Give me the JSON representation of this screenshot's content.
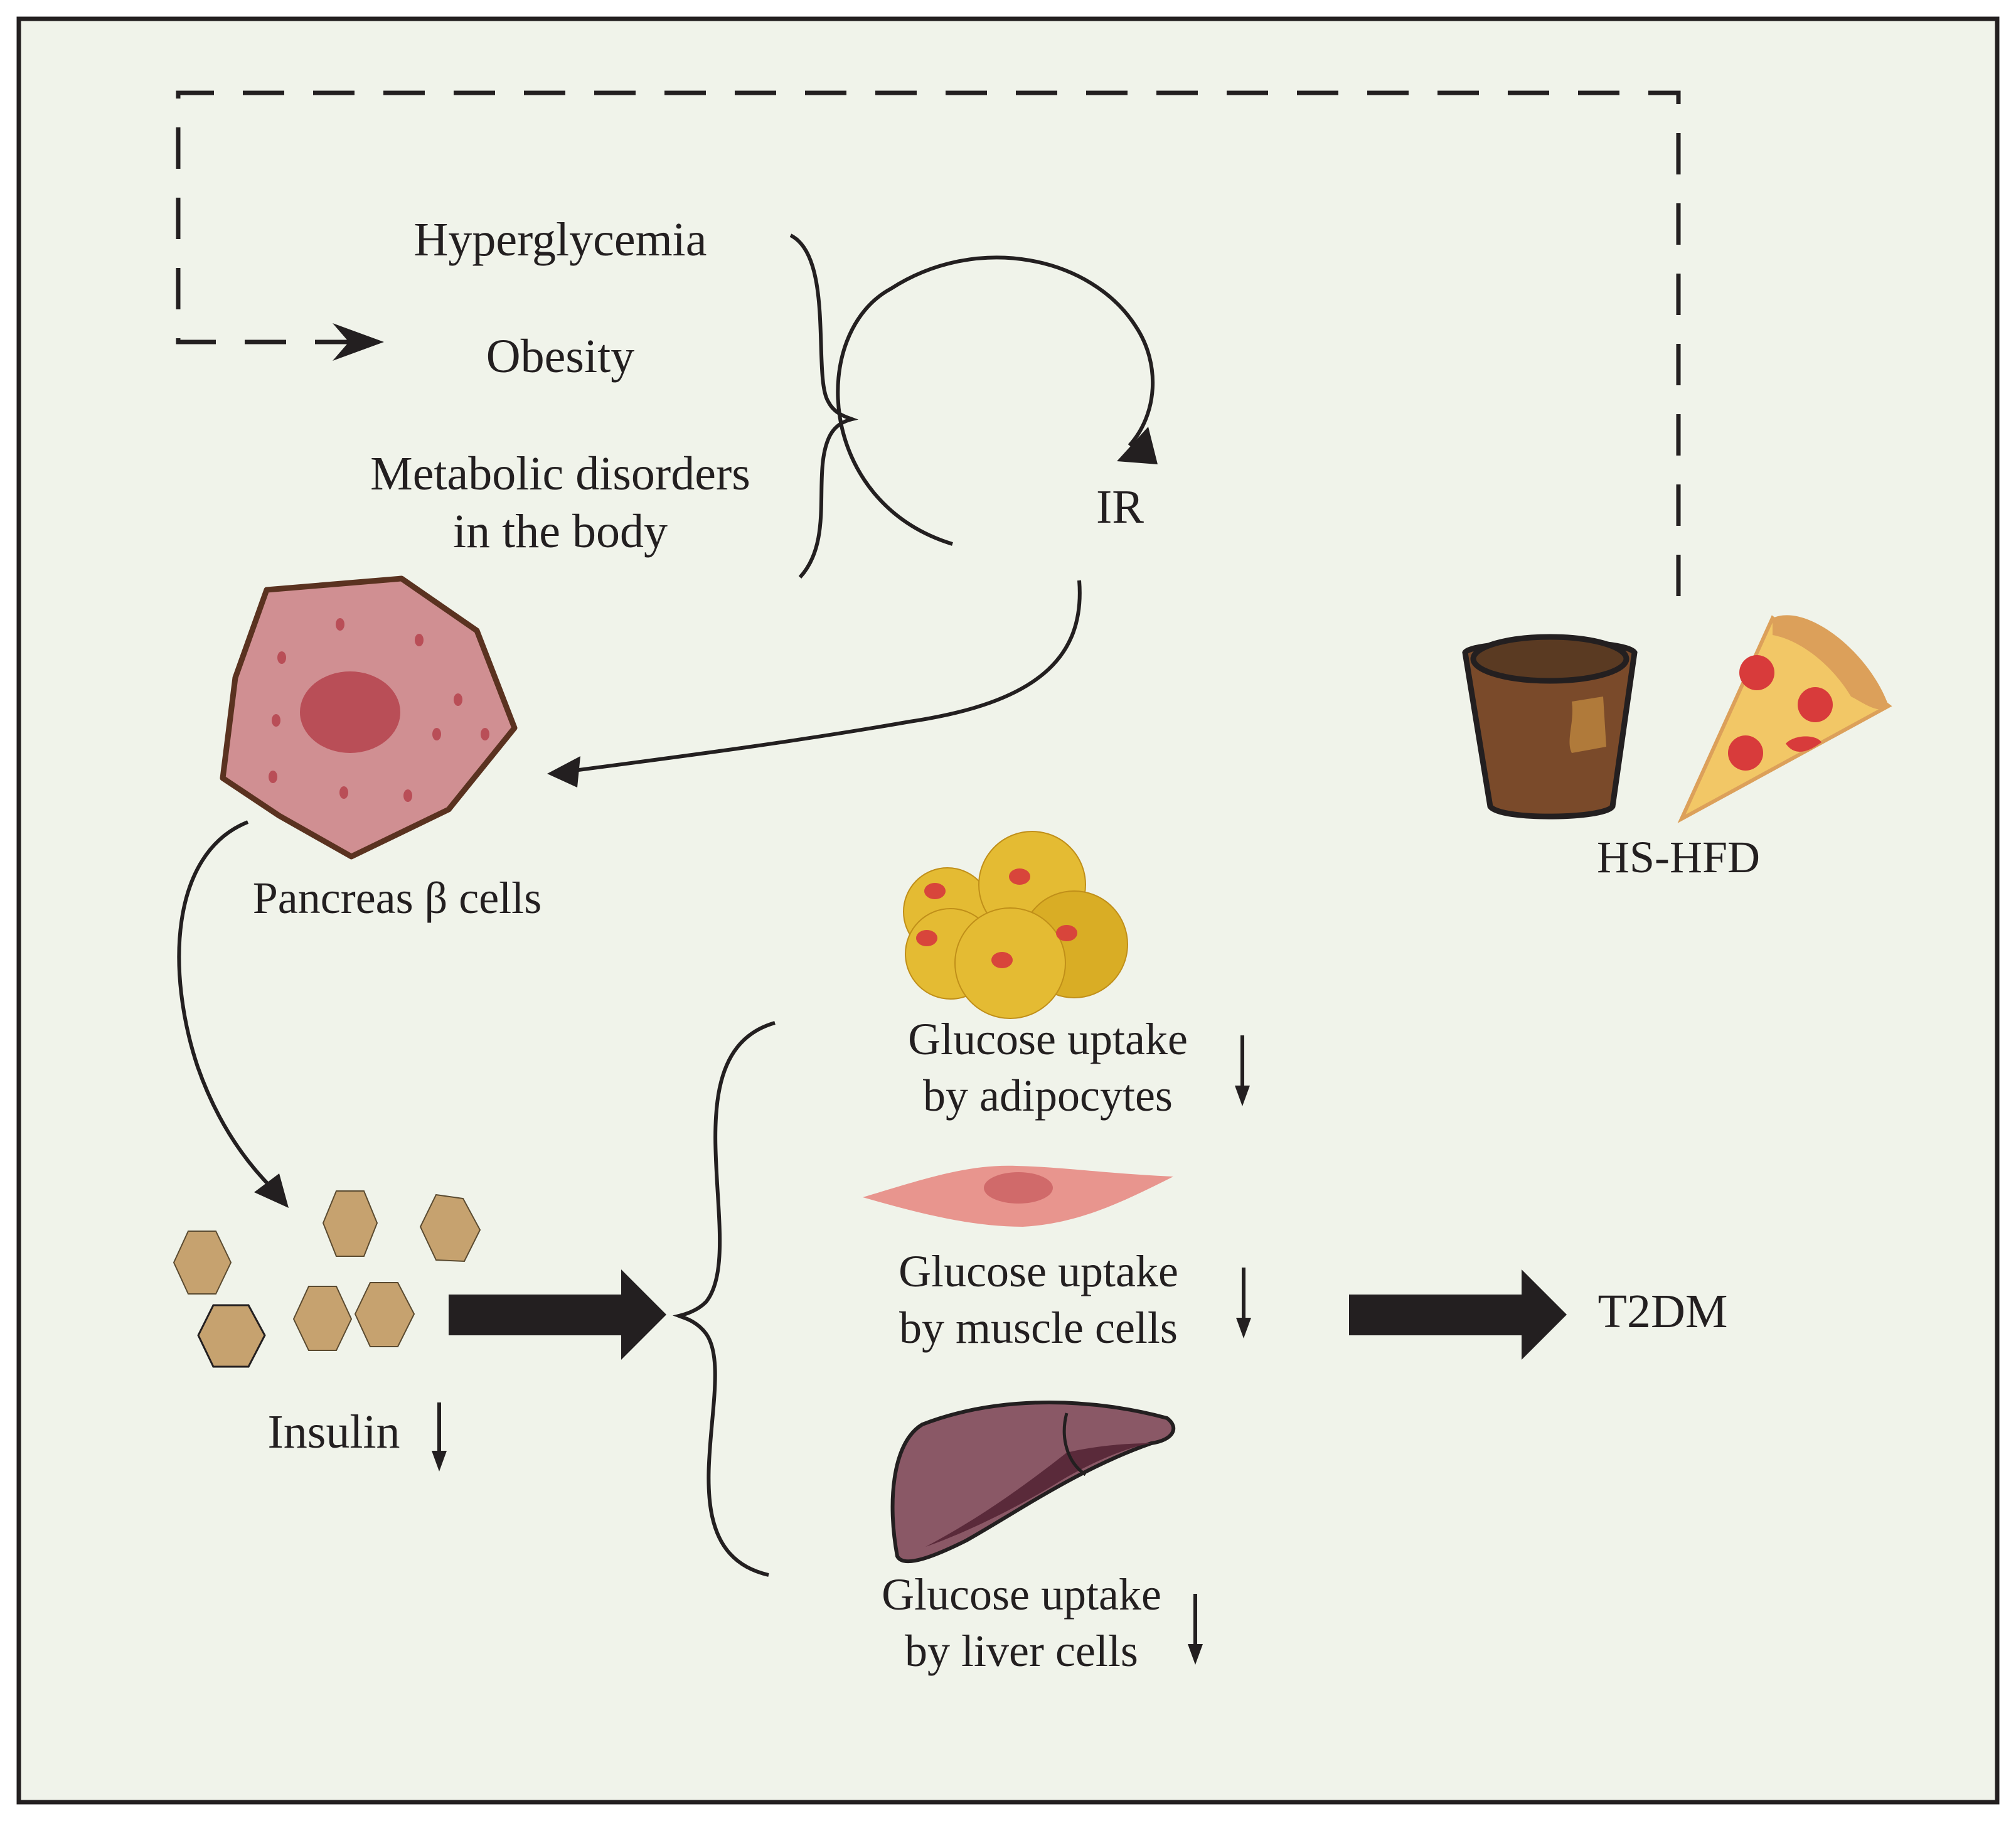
{
  "labels": {
    "hyperglycemia": "Hyperglycemia",
    "obesity": "Obesity",
    "metabolic_line1": "Metabolic disorders",
    "metabolic_line2": "in the body",
    "ir": "IR",
    "pancreas": "Pancreas β cells",
    "hs_hfd": "HS-HFD",
    "insulin": "Insulin",
    "adipocytes_line1": "Glucose uptake",
    "adipocytes_line2": "by adipocytes",
    "muscle_line1": "Glucose uptake",
    "muscle_line2": "by muscle cells",
    "liver_line1": "Glucose uptake",
    "liver_line2": "by liver cells",
    "t2dm": "T2DM"
  },
  "colors": {
    "background": "#f0f3ea",
    "ink": "#231f20",
    "cell_fill": "#d08f92",
    "cell_nucleus": "#b94e57",
    "insulin_fill": "#c6a26f",
    "adipocyte_fill": "#e4bb33",
    "adipocyte_dot": "#d8453b",
    "muscle_fill": "#e8958e",
    "liver_fill": "#8a5866",
    "drink_fill": "#7a4a2a",
    "pizza_crust": "#dca05a",
    "pizza_cheese": "#f2c766",
    "pepperoni": "#d83b3b"
  },
  "decreases": {
    "insulin": "decrease-arrow",
    "adipocytes": "decrease-arrow",
    "muscle": "decrease-arrow",
    "liver": "decrease-arrow"
  }
}
